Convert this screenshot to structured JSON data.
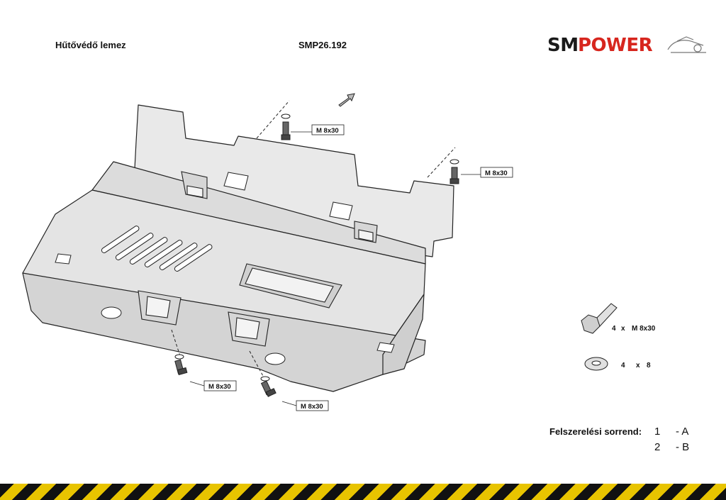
{
  "header": {
    "title": "Hűtővédő lemez",
    "code": "SMP26.192"
  },
  "logo": {
    "part1": "SM",
    "part2": "POWER",
    "color1": "#1a1a1a",
    "color2": "#d7261e"
  },
  "callouts": [
    {
      "label": "M 8x30"
    },
    {
      "label": "M 8x30"
    },
    {
      "label": "M 8x30"
    },
    {
      "label": "M 8x30"
    }
  ],
  "legend": {
    "bolt": {
      "qty": "4",
      "x": "x",
      "spec": "M  8x30"
    },
    "washer": {
      "qty": "4",
      "x": "x",
      "spec": "8"
    }
  },
  "order": {
    "label": "Felszerelési sorrend:",
    "rows": [
      {
        "num": "1",
        "letter": "- A"
      },
      {
        "num": "2",
        "letter": "- B"
      }
    ]
  },
  "colors": {
    "stripe_dark": "#111111",
    "stripe_yellow": "#e8c400",
    "plate_fill": "#e6e6e6",
    "line": "#222222"
  }
}
